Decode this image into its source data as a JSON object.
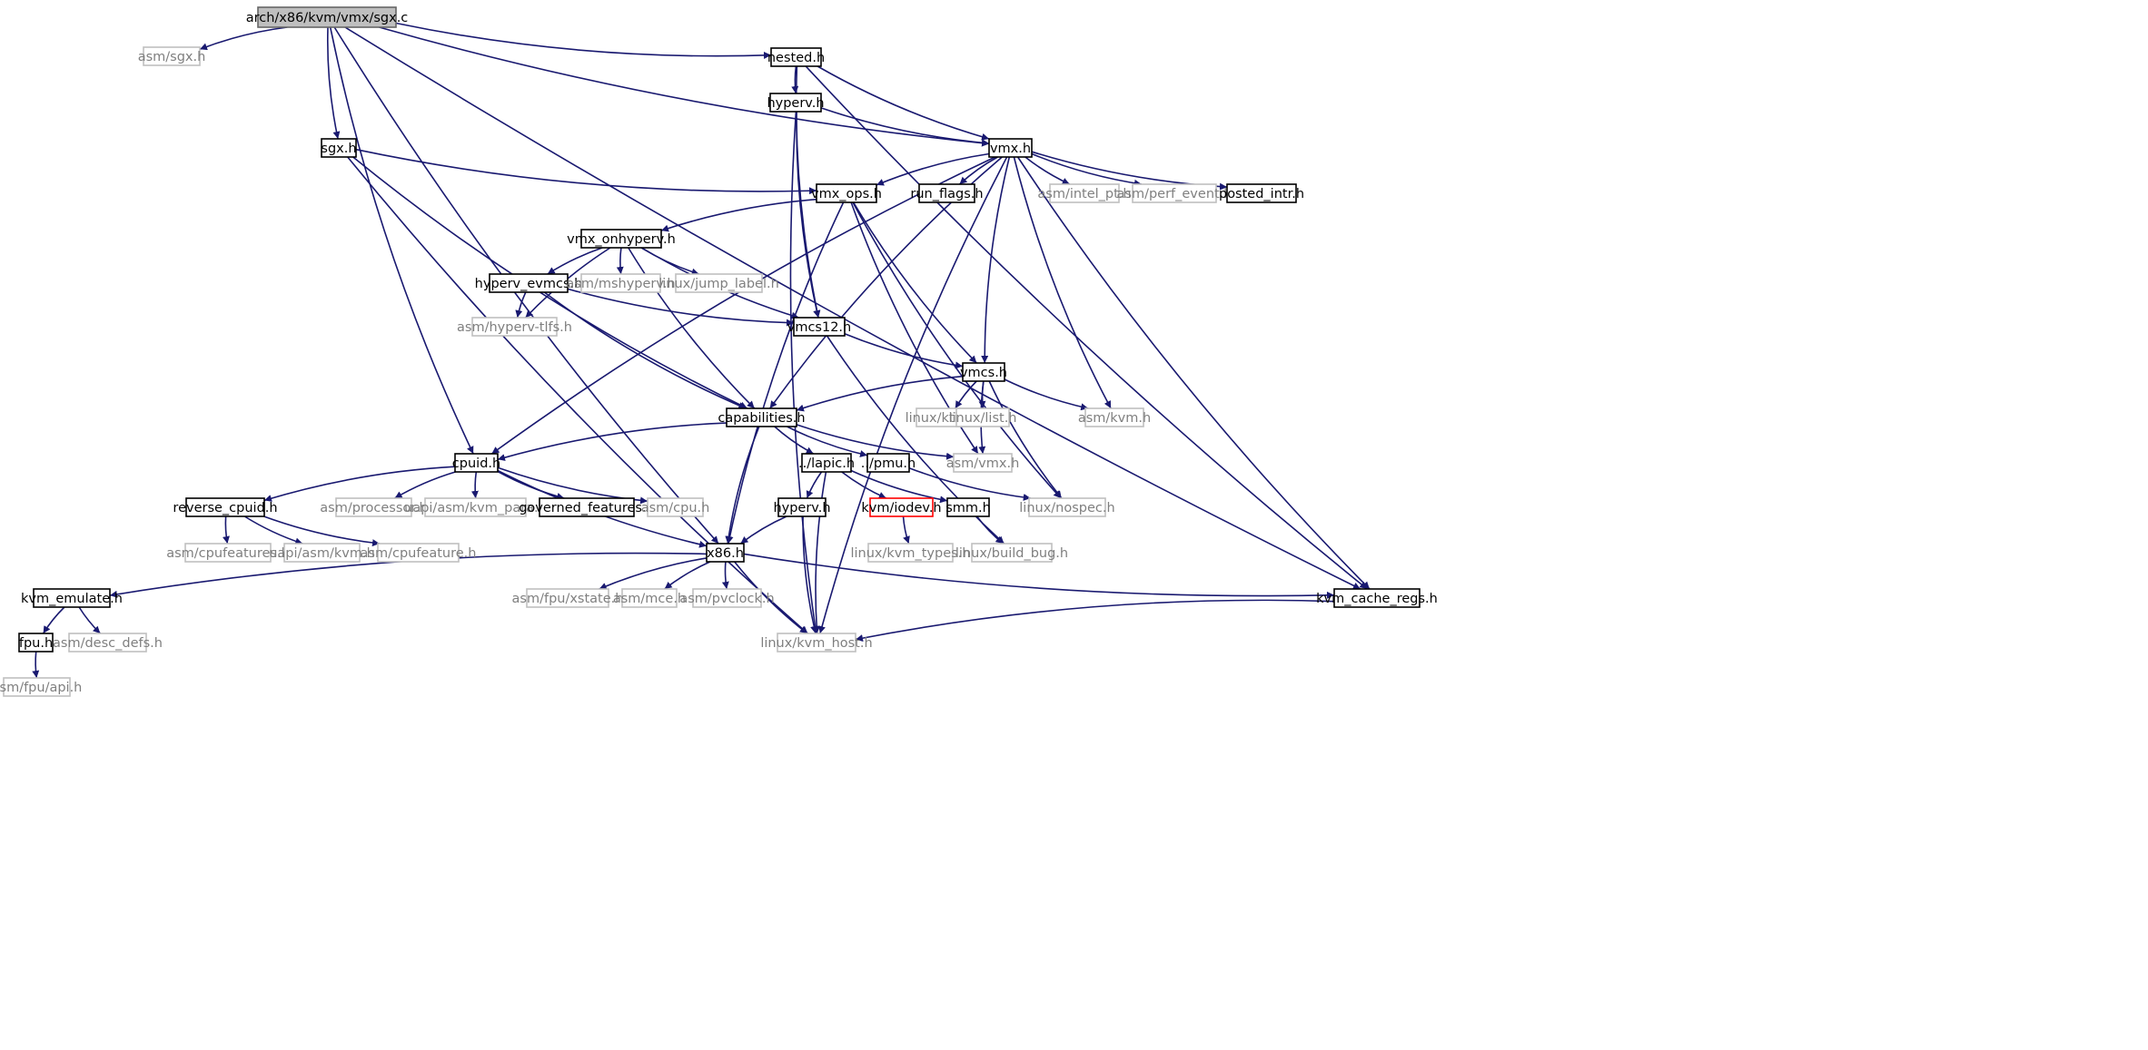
{
  "colors": {
    "edge": "#191970",
    "node_border_documented": "#000000",
    "node_border_external": "#bfbfbf",
    "node_border_error": "#ff0000",
    "root_fill": "#bfbfbf",
    "text_documented": "#000000",
    "text_external": "#7f7f7f"
  },
  "nodes": [
    {
      "id": "root",
      "label": "arch/x86/kvm/vmx/sgx.c",
      "kind": "root"
    },
    {
      "id": "asm_sgx",
      "label": "asm/sgx.h",
      "kind": "external"
    },
    {
      "id": "nested",
      "label": "nested.h",
      "kind": "documented"
    },
    {
      "id": "hyperv",
      "label": "hyperv.h",
      "kind": "documented"
    },
    {
      "id": "sgx_h",
      "label": "sgx.h",
      "kind": "documented"
    },
    {
      "id": "vmx_h",
      "label": "vmx.h",
      "kind": "documented"
    },
    {
      "id": "vmx_ops",
      "label": "vmx_ops.h",
      "kind": "documented"
    },
    {
      "id": "run_flags",
      "label": "run_flags.h",
      "kind": "documented"
    },
    {
      "id": "asm_intel_pt",
      "label": "asm/intel_pt.h",
      "kind": "external"
    },
    {
      "id": "asm_perf_event",
      "label": "asm/perf_event.h",
      "kind": "external"
    },
    {
      "id": "posted_intr",
      "label": "posted_intr.h",
      "kind": "documented"
    },
    {
      "id": "vmx_onhyperv",
      "label": "vmx_onhyperv.h",
      "kind": "documented"
    },
    {
      "id": "hyperv_evmcs",
      "label": "hyperv_evmcs.h",
      "kind": "documented"
    },
    {
      "id": "asm_mshyperv",
      "label": "asm/mshyperv.h",
      "kind": "external"
    },
    {
      "id": "linux_jump_label",
      "label": "linux/jump_label.h",
      "kind": "external"
    },
    {
      "id": "asm_hyperv_tlfs",
      "label": "asm/hyperv-tlfs.h",
      "kind": "external"
    },
    {
      "id": "vmcs12",
      "label": "vmcs12.h",
      "kind": "documented"
    },
    {
      "id": "vmcs",
      "label": "vmcs.h",
      "kind": "documented"
    },
    {
      "id": "capabilities",
      "label": "capabilities.h",
      "kind": "documented"
    },
    {
      "id": "linux_ktime",
      "label": "linux/ktime.h",
      "kind": "external"
    },
    {
      "id": "linux_list",
      "label": "linux/list.h",
      "kind": "external"
    },
    {
      "id": "asm_kvm",
      "label": "asm/kvm.h",
      "kind": "external"
    },
    {
      "id": "cpuid",
      "label": "cpuid.h",
      "kind": "documented"
    },
    {
      "id": "lapic",
      "label": "../lapic.h",
      "kind": "documented"
    },
    {
      "id": "pmu",
      "label": "../pmu.h",
      "kind": "documented"
    },
    {
      "id": "asm_vmx",
      "label": "asm/vmx.h",
      "kind": "external"
    },
    {
      "id": "reverse_cpuid",
      "label": "reverse_cpuid.h",
      "kind": "documented"
    },
    {
      "id": "asm_processor",
      "label": "asm/processor.h",
      "kind": "external"
    },
    {
      "id": "uapi_kvm_para",
      "label": "uapi/asm/kvm_para.h",
      "kind": "external"
    },
    {
      "id": "governed",
      "label": "governed_features.h",
      "kind": "documented"
    },
    {
      "id": "asm_cpu",
      "label": "asm/cpu.h",
      "kind": "external"
    },
    {
      "id": "hyperv2",
      "label": "hyperv.h",
      "kind": "documented"
    },
    {
      "id": "kvm_iodev",
      "label": "kvm/iodev.h",
      "kind": "error"
    },
    {
      "id": "smm",
      "label": "smm.h",
      "kind": "documented"
    },
    {
      "id": "linux_nospec",
      "label": "linux/nospec.h",
      "kind": "external"
    },
    {
      "id": "asm_cpufeatures",
      "label": "asm/cpufeatures.h",
      "kind": "external"
    },
    {
      "id": "uapi_asm_kvm",
      "label": "uapi/asm/kvm.h",
      "kind": "external"
    },
    {
      "id": "asm_cpufeature",
      "label": "asm/cpufeature.h",
      "kind": "external"
    },
    {
      "id": "x86",
      "label": "x86.h",
      "kind": "documented"
    },
    {
      "id": "linux_kvm_types",
      "label": "linux/kvm_types.h",
      "kind": "external"
    },
    {
      "id": "linux_build_bug",
      "label": "linux/build_bug.h",
      "kind": "external"
    },
    {
      "id": "kvm_emulate",
      "label": "kvm_emulate.h",
      "kind": "documented"
    },
    {
      "id": "asm_fpu_xstate",
      "label": "asm/fpu/xstate.h",
      "kind": "external"
    },
    {
      "id": "asm_mce",
      "label": "asm/mce.h",
      "kind": "external"
    },
    {
      "id": "asm_pvclock",
      "label": "asm/pvclock.h",
      "kind": "external"
    },
    {
      "id": "kvm_cache_regs",
      "label": "kvm_cache_regs.h",
      "kind": "documented"
    },
    {
      "id": "fpu",
      "label": "fpu.h",
      "kind": "documented"
    },
    {
      "id": "asm_desc_defs",
      "label": "asm/desc_defs.h",
      "kind": "external"
    },
    {
      "id": "linux_kvm_host",
      "label": "linux/kvm_host.h",
      "kind": "external"
    },
    {
      "id": "asm_fpu_api",
      "label": "asm/fpu/api.h",
      "kind": "external"
    }
  ],
  "edges": [
    [
      "root",
      "asm_sgx"
    ],
    [
      "root",
      "nested"
    ],
    [
      "root",
      "vmx_h"
    ],
    [
      "root",
      "kvm_cache_regs"
    ],
    [
      "root",
      "sgx_h"
    ],
    [
      "root",
      "cpuid"
    ],
    [
      "root",
      "x86"
    ],
    [
      "nested",
      "hyperv"
    ],
    [
      "nested",
      "vmx_h"
    ],
    [
      "nested",
      "vmcs12"
    ],
    [
      "nested",
      "kvm_cache_regs"
    ],
    [
      "hyperv",
      "vmx_h"
    ],
    [
      "hyperv",
      "vmcs12"
    ],
    [
      "hyperv",
      "linux_kvm_host"
    ],
    [
      "sgx_h",
      "vmx_ops"
    ],
    [
      "sgx_h",
      "capabilities"
    ],
    [
      "sgx_h",
      "linux_kvm_host"
    ],
    [
      "vmx_h",
      "vmx_ops"
    ],
    [
      "vmx_h",
      "run_flags"
    ],
    [
      "vmx_h",
      "asm_intel_pt"
    ],
    [
      "vmx_h",
      "asm_perf_event"
    ],
    [
      "vmx_h",
      "posted_intr"
    ],
    [
      "vmx_h",
      "vmcs"
    ],
    [
      "vmx_h",
      "asm_kvm"
    ],
    [
      "vmx_h",
      "capabilities"
    ],
    [
      "vmx_h",
      "cpuid"
    ],
    [
      "vmx_h",
      "kvm_cache_regs"
    ],
    [
      "vmx_h",
      "linux_kvm_host"
    ],
    [
      "vmx_ops",
      "vmx_onhyperv"
    ],
    [
      "vmx_ops",
      "vmcs"
    ],
    [
      "vmx_ops",
      "asm_vmx"
    ],
    [
      "vmx_ops",
      "linux_nospec"
    ],
    [
      "vmx_ops",
      "x86"
    ],
    [
      "vmx_onhyperv",
      "hyperv_evmcs"
    ],
    [
      "vmx_onhyperv",
      "asm_mshyperv"
    ],
    [
      "vmx_onhyperv",
      "linux_jump_label"
    ],
    [
      "vmx_onhyperv",
      "asm_hyperv_tlfs"
    ],
    [
      "vmx_onhyperv",
      "vmcs12"
    ],
    [
      "vmx_onhyperv",
      "capabilities"
    ],
    [
      "hyperv_evmcs",
      "asm_hyperv_tlfs"
    ],
    [
      "hyperv_evmcs",
      "vmcs12"
    ],
    [
      "hyperv_evmcs",
      "capabilities"
    ],
    [
      "vmcs12",
      "vmcs"
    ],
    [
      "vmcs12",
      "linux_build_bug"
    ],
    [
      "vmcs",
      "capabilities"
    ],
    [
      "vmcs",
      "linux_ktime"
    ],
    [
      "vmcs",
      "linux_list"
    ],
    [
      "vmcs",
      "asm_kvm"
    ],
    [
      "vmcs",
      "asm_vmx"
    ],
    [
      "vmcs",
      "linux_nospec"
    ],
    [
      "capabilities",
      "cpuid"
    ],
    [
      "capabilities",
      "lapic"
    ],
    [
      "capabilities",
      "pmu"
    ],
    [
      "capabilities",
      "asm_vmx"
    ],
    [
      "capabilities",
      "x86"
    ],
    [
      "cpuid",
      "reverse_cpuid"
    ],
    [
      "cpuid",
      "asm_processor"
    ],
    [
      "cpuid",
      "uapi_kvm_para"
    ],
    [
      "cpuid",
      "governed"
    ],
    [
      "cpuid",
      "asm_cpu"
    ],
    [
      "cpuid",
      "x86"
    ],
    [
      "lapic",
      "hyperv2"
    ],
    [
      "lapic",
      "kvm_iodev"
    ],
    [
      "lapic",
      "smm"
    ],
    [
      "lapic",
      "linux_kvm_host"
    ],
    [
      "pmu",
      "linux_nospec"
    ],
    [
      "reverse_cpuid",
      "asm_cpufeatures"
    ],
    [
      "reverse_cpuid",
      "uapi_asm_kvm"
    ],
    [
      "reverse_cpuid",
      "asm_cpufeature"
    ],
    [
      "hyperv2",
      "x86"
    ],
    [
      "hyperv2",
      "linux_kvm_host"
    ],
    [
      "kvm_iodev",
      "linux_kvm_types"
    ],
    [
      "smm",
      "linux_build_bug"
    ],
    [
      "x86",
      "kvm_emulate"
    ],
    [
      "x86",
      "asm_fpu_xstate"
    ],
    [
      "x86",
      "asm_mce"
    ],
    [
      "x86",
      "asm_pvclock"
    ],
    [
      "x86",
      "kvm_cache_regs"
    ],
    [
      "x86",
      "linux_kvm_host"
    ],
    [
      "kvm_emulate",
      "fpu"
    ],
    [
      "kvm_emulate",
      "asm_desc_defs"
    ],
    [
      "fpu",
      "asm_fpu_api"
    ],
    [
      "kvm_cache_regs",
      "linux_kvm_host"
    ]
  ]
}
